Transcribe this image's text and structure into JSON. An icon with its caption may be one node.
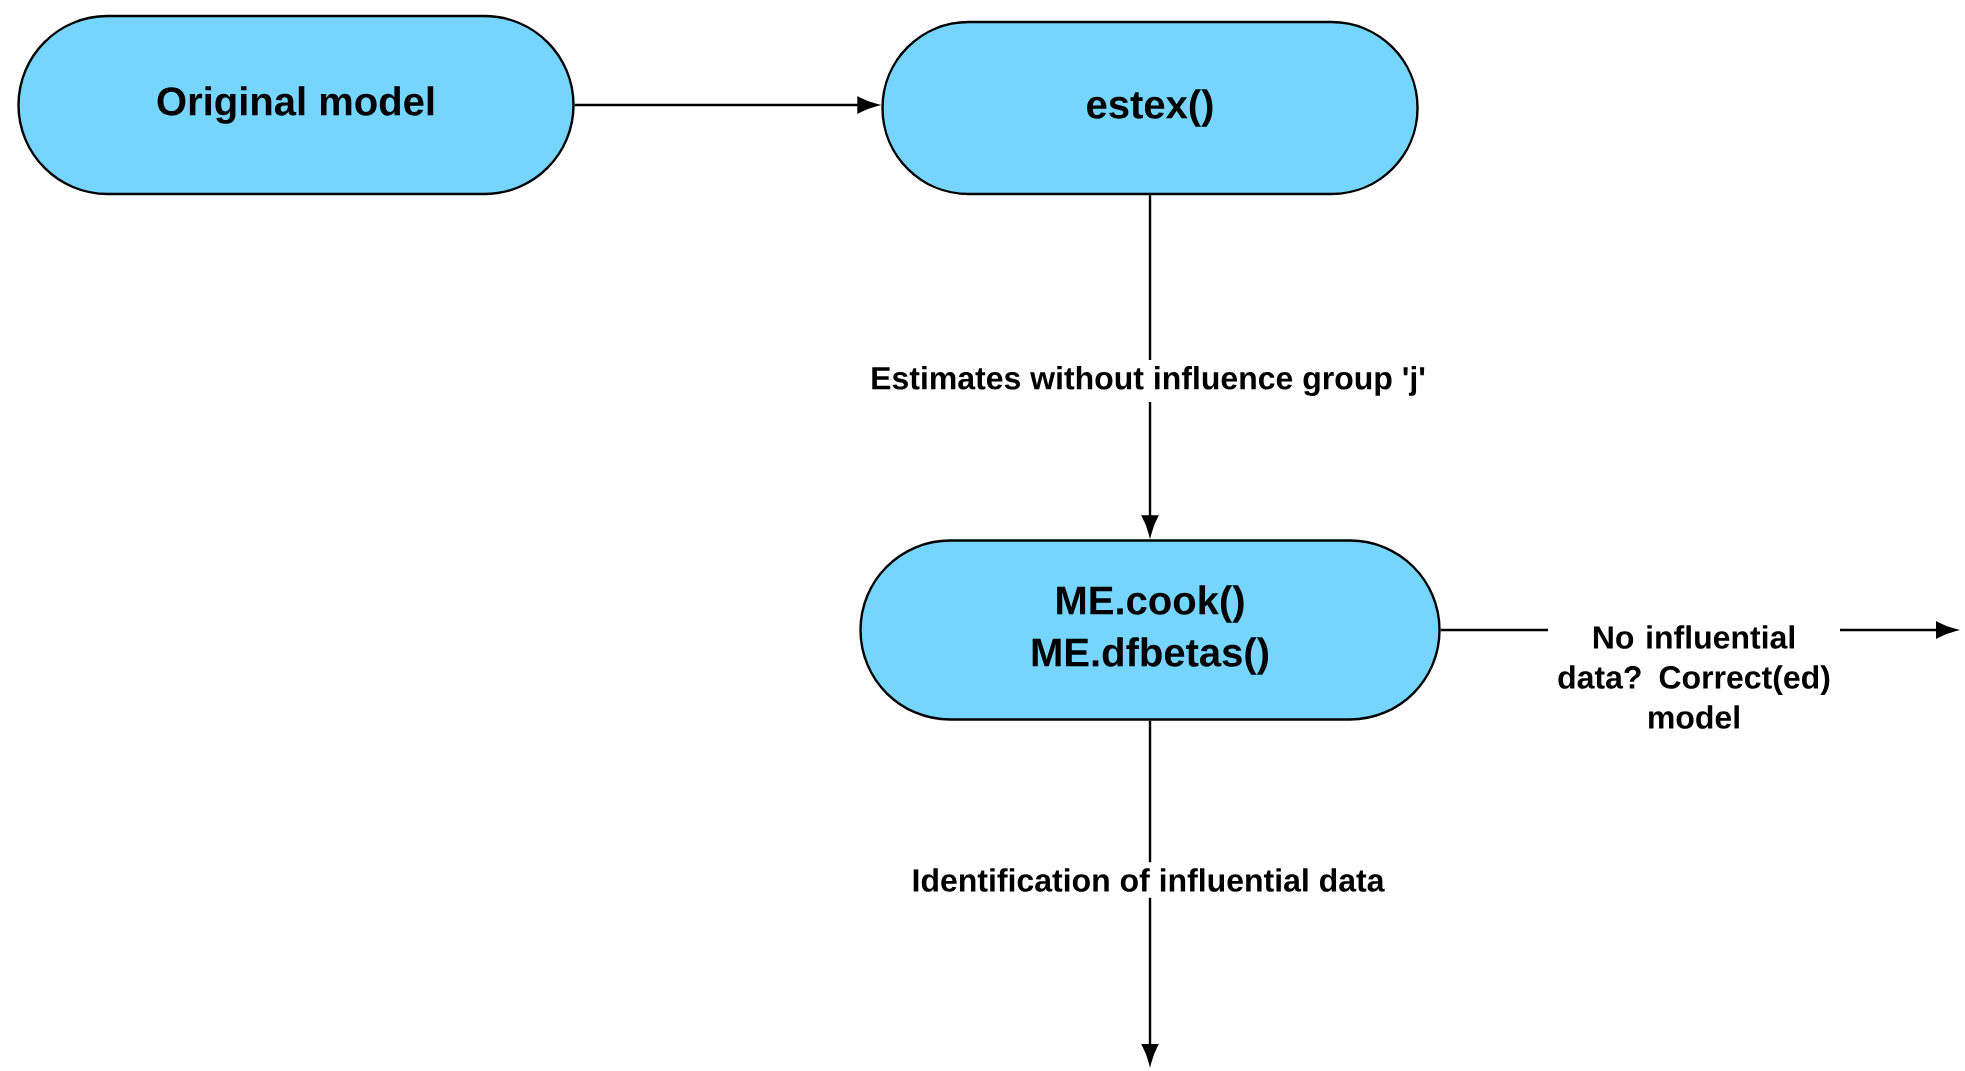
{
  "diagram": {
    "nodes": [
      {
        "text": [
          "Original model"
        ]
      },
      {
        "text": [
          "estex()"
        ]
      },
      {
        "text": [
          "ME.cook()",
          "ME.dfbetas()"
        ]
      }
    ],
    "edges": [
      {
        "from": 0,
        "to": 1,
        "arrow": "to"
      },
      {
        "from": 1,
        "to": 2,
        "arrow": "to",
        "label": "Estimates without influence group 'j'"
      },
      {
        "from": 2,
        "to": null,
        "arrow": "to",
        "label": "No influential data? Correct(ed) model"
      },
      {
        "from": 2,
        "to": null,
        "arrow": "to",
        "label": "Identification of influential data"
      }
    ]
  }
}
